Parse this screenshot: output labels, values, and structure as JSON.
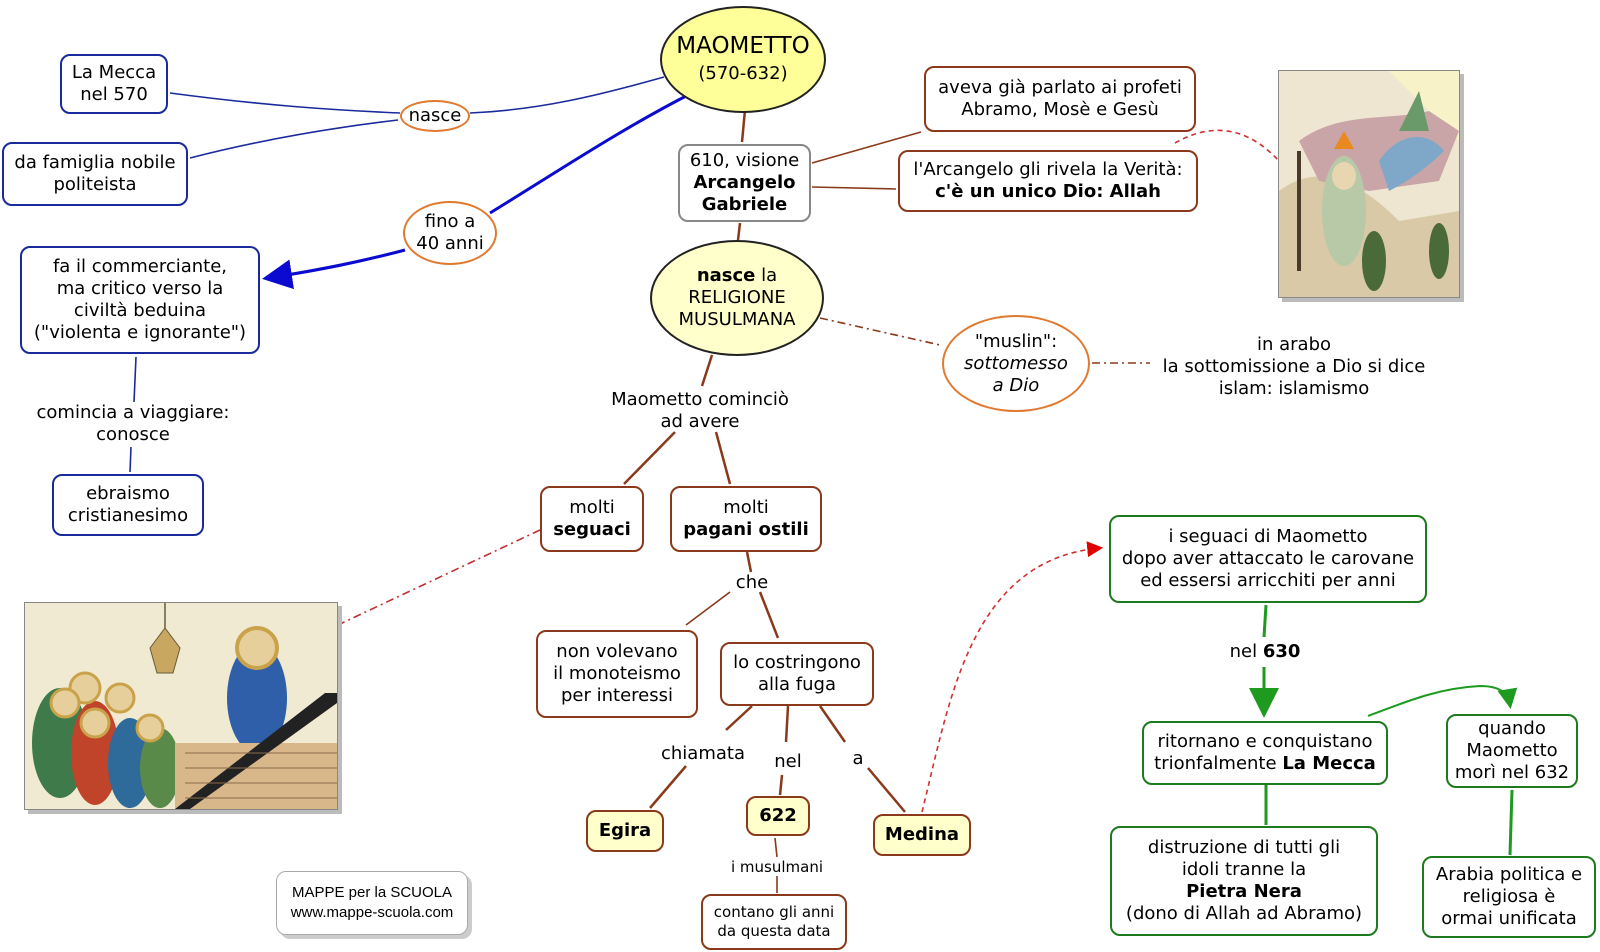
{
  "title": {
    "line1": "MAOMETTO",
    "line2": "(570-632)"
  },
  "birth": {
    "connector": "nasce",
    "place": [
      "La Mecca",
      "nel 570"
    ],
    "family": [
      "da famiglia nobile",
      "politeista"
    ]
  },
  "youth": {
    "connector": [
      "fino a",
      "40 anni"
    ],
    "merchant": [
      "fa il commerciante,",
      "ma critico verso la",
      "civiltà beduina",
      "(\"violenta e ignorante\")"
    ],
    "travel_label": [
      "comincia a viaggiare:",
      "conosce"
    ],
    "religions": [
      "ebraismo",
      "cristianesimo"
    ]
  },
  "vision": {
    "line1": "610, visione",
    "line2": "Arcangelo",
    "line3": "Gabriele",
    "prophets": [
      "aveva già parlato ai profeti",
      "Abramo, Mosè e Gesù"
    ],
    "truth_line1": "l'Arcangelo gli rivela la Verità:",
    "truth_line2": "c'è un unico Dio: Allah"
  },
  "religion": {
    "bold": "nasce",
    "rest": "la",
    "line2": "RELIGIONE",
    "line3": "MUSULMANA",
    "muslin_line1": "\"muslin\":",
    "muslin_line2": "sottomesso",
    "muslin_line3": "a Dio",
    "arabic": [
      "in arabo",
      "la sottomissione a Dio si dice",
      "islam: islamismo"
    ]
  },
  "followers": {
    "connector": [
      "Maometto cominciò",
      "ad avere"
    ],
    "many_1": "molti",
    "many_2": "seguaci",
    "pagans_1": "molti",
    "pagans_2": "pagani ostili",
    "che": "che",
    "no_monotheism": [
      "non volevano",
      "il monoteismo",
      "per interessi"
    ],
    "flee": [
      "lo costringono",
      "alla fuga"
    ],
    "chiamata": "chiamata",
    "nel": "nel",
    "a": "a",
    "egira": "Egira",
    "year": "622",
    "muslims": "i musulmani",
    "count": [
      "contano gli anni",
      "da questa data"
    ],
    "medina": "Medina"
  },
  "return": {
    "followers": [
      "i seguaci di Maometto",
      "dopo aver attaccato le carovane",
      "ed essersi arricchiti per anni"
    ],
    "nel": "nel",
    "year": "630",
    "conquer_line1": "ritornano e conquistano",
    "conquer_line2a": "trionfalmente",
    "conquer_line2b": "La Mecca",
    "destruction_line1": "distruzione di tutti gli",
    "destruction_line2": "idoli tranne la",
    "destruction_line3": "Pietra Nera",
    "destruction_line4": "(dono di Allah ad Abramo)",
    "death": [
      "quando",
      "Maometto",
      "morì nel 632"
    ],
    "unified": [
      "Arabia politica e",
      "religiosa è",
      "ormai unificata"
    ]
  },
  "logo": {
    "line1": "MAPPE per la SCUOLA",
    "line2": "www.mappe-scuola.com"
  },
  "colors": {
    "blue": "#1a2a9c",
    "brown": "#8a3a1a",
    "green": "#1e7a1e",
    "orange": "#e07a30",
    "yellow": "#ffff99",
    "red": "#d00000"
  }
}
